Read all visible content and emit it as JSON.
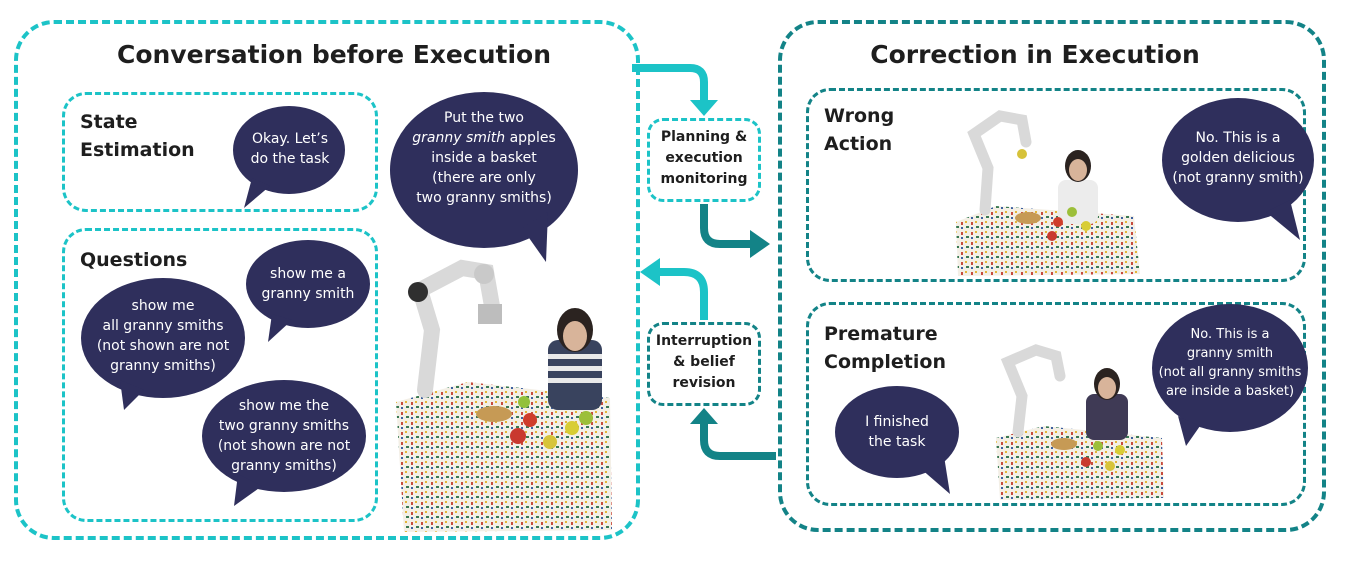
{
  "left_panel": {
    "title": "Conversation before Execution",
    "state_box": {
      "title_line1": "State",
      "title_line2": "Estimation",
      "bubble": [
        "Okay. Let’s",
        "do the task"
      ]
    },
    "questions_box": {
      "title": "Questions",
      "bubble_single": [
        "show me a",
        "granny smith"
      ],
      "bubble_all": [
        "show me",
        "all granny smiths",
        "(not shown are not",
        "granny smiths)"
      ],
      "bubble_two": [
        "show me the",
        "two granny smiths",
        "(not shown are not",
        "granny smiths)"
      ]
    },
    "instruction_bubble": {
      "line1": "Put the two",
      "line2_italic": "granny smith",
      "line2_rest": " apples",
      "line3": "inside a basket",
      "line4": "(there are only",
      "line5": "two granny smiths)"
    }
  },
  "middle": {
    "planning": [
      "Planning &",
      "execution",
      "monitoring"
    ],
    "interruption": [
      "Interruption",
      "& belief",
      "revision"
    ]
  },
  "right_panel": {
    "title": "Correction in Execution",
    "wrong_action": {
      "title_line1": "Wrong",
      "title_line2": "Action",
      "bubble": [
        "No. This is a",
        "golden delicious",
        "(not granny smith)"
      ]
    },
    "premature": {
      "title_line1": "Premature",
      "title_line2": "Completion",
      "bubble_finished": [
        "I finished",
        "the task"
      ],
      "bubble_correction": [
        "No. This is a",
        "granny smith",
        "(not all granny smiths",
        "are inside a basket)"
      ]
    }
  },
  "colors": {
    "cyan": "#1cc3c7",
    "teal": "#138387",
    "bubble": "#2f2f5c"
  }
}
